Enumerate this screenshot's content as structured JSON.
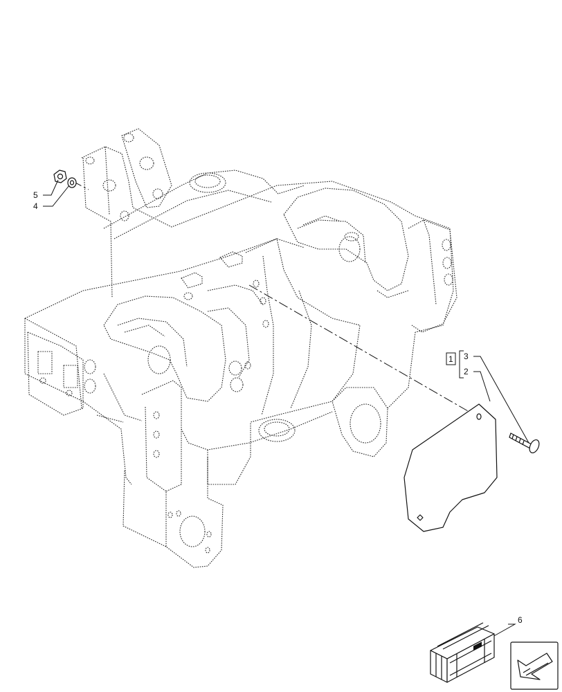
{
  "callouts": {
    "c1": "1",
    "c2": "2",
    "c3": "3",
    "c4": "4",
    "c5": "5",
    "c6": "6"
  },
  "icons": {
    "nav_arrow": "arrow-down-left-icon",
    "kit_box": "parts-kit-crate-icon"
  },
  "colors": {
    "line": "#111111",
    "background": "#ffffff"
  }
}
